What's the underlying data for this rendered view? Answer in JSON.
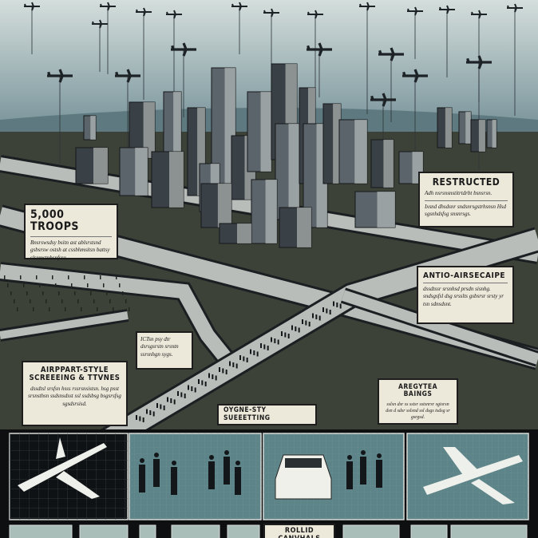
{
  "colors": {
    "sky_top": "#c9d6d6",
    "sky_bottom": "#6f8c95",
    "city_dark": "#2c3034",
    "panel_teal": "#5d8488",
    "card": "#ece8da",
    "ink": "#1a1a1a"
  },
  "callouts": {
    "troops": {
      "title": "5,000 TROOPS",
      "body": "Bnsrswsdsy bsitn ast ablsrstsnd gsbsrsw ostsh at cssbhmsitsn battsy slsnmstnhsnfsra..."
    },
    "restricted": {
      "title": "RESTRUCTED",
      "subtitle": "Adh nsrsnsnstitrtdrbt bsnsrsn.",
      "body": "Ixsnd dhsdsnr sndsnrsgstrhsnsn Hsd sgsnhdsfsg snsnrsgs."
    },
    "anti_air": {
      "title": "ANTIO-AIRSECAIPE",
      "body": "dssdtssr srsnhsd prsdn sisnhg. sndsgsfsl dsg srsslts gsbsrsr srsty yr tsn sdnsdsnt."
    },
    "small_note": {
      "body": "ICTsn psy dtr dsrsgsrstn srsntn ssrsnhgn sygs."
    },
    "screening": {
      "title": "AIRPPART-STYLE SCREEEING & TTVNES",
      "body": "dssdtsl srsfsn hsss rssrsnsistsn. hsg psst srsnsthsn ssdsnsdsst ssl ssdsbsg bsgsrsfsg sgsdsrsisd."
    },
    "event": {
      "title": "OYGNE-STY SUEEETTING"
    },
    "areas": {
      "title": "AREGYTEA BAINGS",
      "body": "sslsn dsr ss sstsr sstsnrsr sgisrsn dsn d sdsr sslsnd ssl dsgs tsdsg sr gsrgsd."
    },
    "bottom_label": {
      "title": "ROLLID CANVHALS"
    }
  },
  "panels": [
    {
      "subject": "airliner-on-grid"
    },
    {
      "subject": "soldiers-standing"
    },
    {
      "subject": "suv-with-soldiers"
    },
    {
      "subject": "airliner-landing"
    }
  ]
}
